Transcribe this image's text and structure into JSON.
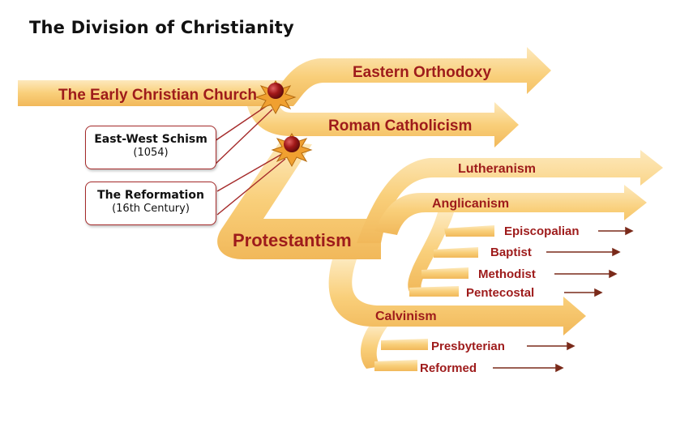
{
  "title": "The Division of Christianity",
  "branches": {
    "early_church": "The Early Christian Church",
    "eastern_orthodoxy": "Eastern Orthodoxy",
    "roman_catholicism": "Roman Catholicism",
    "protestantism": "Protestantism",
    "lutheranism": "Lutheranism",
    "anglicanism": "Anglicanism",
    "episcopalian": "Episcopalian",
    "baptist": "Baptist",
    "methodist": "Methodist",
    "pentecostal": "Pentecostal",
    "calvinism": "Calvinism",
    "presbyterian": "Presbyterian",
    "reformed": "Reformed"
  },
  "events": {
    "schism": {
      "label": "East-West Schism",
      "date": "(1054)"
    },
    "reformation": {
      "label": "The Reformation",
      "date": "(16th Century)"
    }
  },
  "colors": {
    "band": "#f9cf7a",
    "band_light": "#fde9bd",
    "label": "#9e1b1b",
    "marker": "#a01818",
    "burst": "#f0a030"
  }
}
